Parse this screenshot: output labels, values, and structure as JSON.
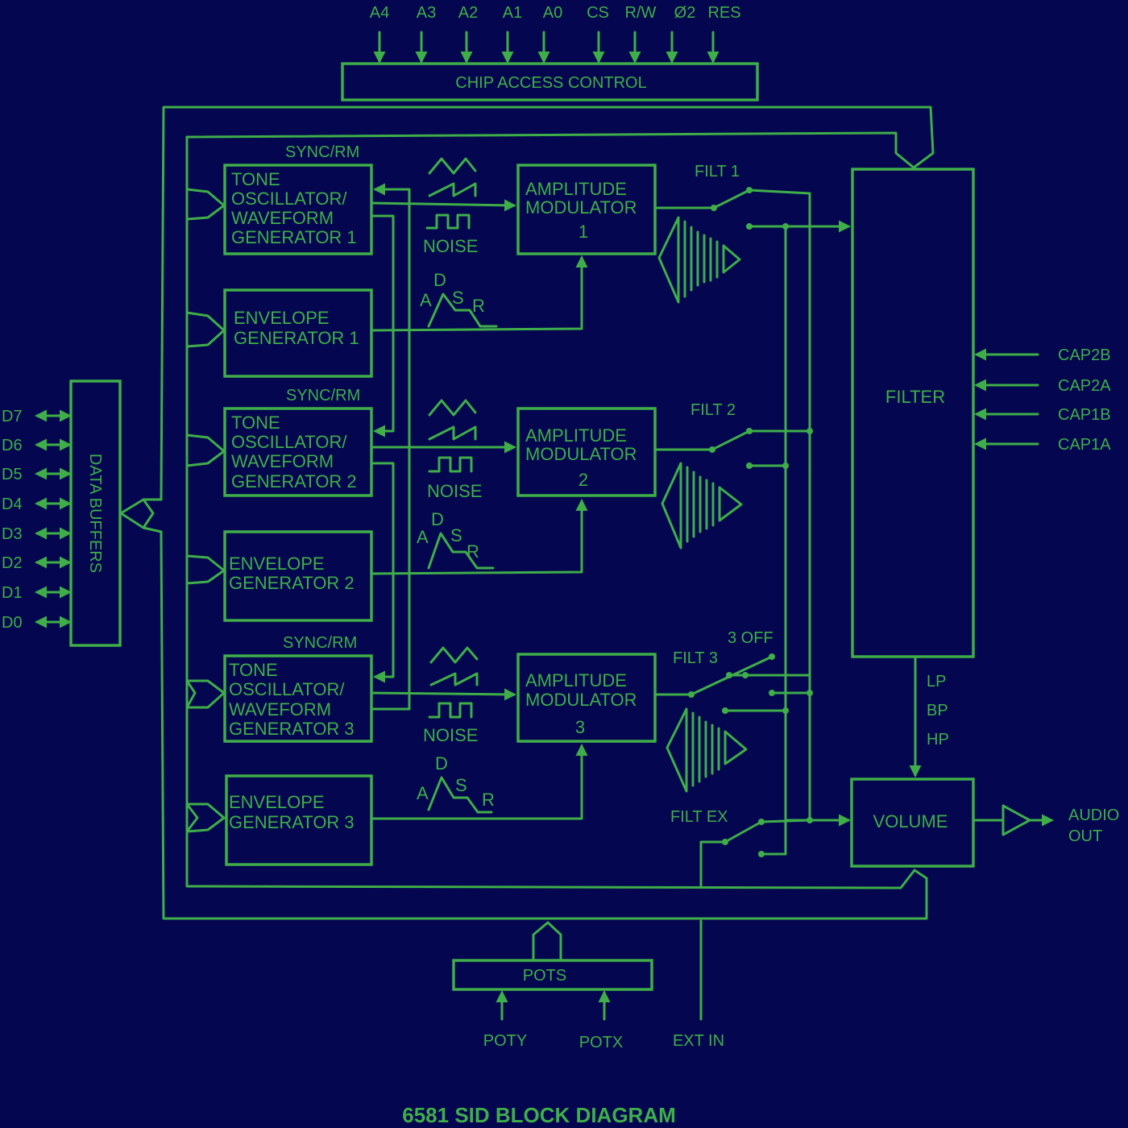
{
  "title": "6581 SID BLOCK DIAGRAM",
  "colors": {
    "background": "#04064f",
    "ink": "#3fae49"
  },
  "address_pins": [
    "A4",
    "A3",
    "A2",
    "A1",
    "A0",
    "CS",
    "R/W",
    "Ø2",
    "RES"
  ],
  "data_pins": [
    "D7",
    "D6",
    "D5",
    "D4",
    "D3",
    "D2",
    "D1",
    "D0"
  ],
  "blocks": {
    "chip_access": "CHIP ACCESS CONTROL",
    "data_buffers": "DATA BUFFERS",
    "filter": "FILTER",
    "volume": "VOLUME",
    "pots": "POTS"
  },
  "voices": [
    {
      "osc": [
        "TONE",
        "OSCILLATOR/",
        "WAVEFORM",
        "GENERATOR 1"
      ],
      "env": [
        "ENVELOPE",
        "GENERATOR 1"
      ],
      "amp": [
        "AMPLITUDE",
        "MODULATOR",
        "1"
      ],
      "sync": "SYNC/RM",
      "noise": "NOISE",
      "filt": "FILT 1"
    },
    {
      "osc": [
        "TONE",
        "OSCILLATOR/",
        "WAVEFORM",
        "GENERATOR 2"
      ],
      "env": [
        "ENVELOPE",
        "GENERATOR 2"
      ],
      "amp": [
        "AMPLITUDE",
        "MODULATOR",
        "2"
      ],
      "sync": "SYNC/RM",
      "noise": "NOISE",
      "filt": "FILT 2"
    },
    {
      "osc": [
        "TONE",
        "OSCILLATOR/",
        "WAVEFORM",
        "GENERATOR 3"
      ],
      "env": [
        "ENVELOPE",
        "GENERATOR 3"
      ],
      "amp": [
        "AMPLITUDE",
        "MODULATOR",
        "3"
      ],
      "sync": "SYNC/RM",
      "noise": "NOISE",
      "filt": "FILT 3"
    }
  ],
  "adsr": {
    "a": "A",
    "d": "D",
    "s": "S",
    "r": "R"
  },
  "three_off": "3 OFF",
  "filt_ex": "FILT EX",
  "cap_pins": [
    "CAP2B",
    "CAP2A",
    "CAP1B",
    "CAP1A"
  ],
  "filter_modes": [
    "LP",
    "BP",
    "HP"
  ],
  "audio_out": [
    "AUDIO",
    "OUT"
  ],
  "bottom_pins": [
    "POTY",
    "POTX",
    "EXT IN"
  ]
}
